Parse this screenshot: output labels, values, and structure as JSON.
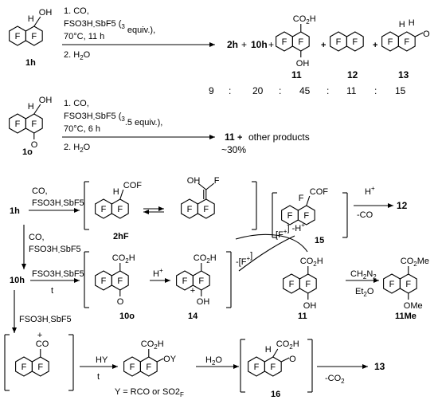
{
  "scheme1": {
    "start": "1h",
    "conditions": [
      "1. CO,",
      "FSO3H-SbF5 (3 equiv.),",
      "70°C, 11 h",
      "2. H2O"
    ],
    "products": [
      "2h",
      "+",
      "10h",
      "+",
      "11",
      "+",
      "12",
      "+",
      "13"
    ],
    "ratio": [
      "9",
      ":",
      "20",
      ":",
      "45",
      ":",
      "11",
      ":",
      "15"
    ]
  },
  "scheme2": {
    "start": "1o",
    "conditions": [
      "1. CO,",
      "FSO3H-SbF5 (3.5 equiv.),",
      "70°C, 6 h",
      "2. H2O"
    ],
    "product": "11",
    "plus": "+",
    "others": "other products",
    "yield": "~30%"
  },
  "mechanism": {
    "start": "1h",
    "step1": [
      "CO,",
      "FSO3H-SbF5"
    ],
    "step2": [
      "CO,",
      "FSO3H-SbF5"
    ],
    "step3": [
      "FSO3H-SbF5",
      "t"
    ],
    "step4": "FSO3H-SbF5",
    "labels": {
      "l2hF": "2hF",
      "l15": "15",
      "l12": "12",
      "h_plus": "H+",
      "minus_co": "-CO",
      "l10h": "10h",
      "l10o": "10o",
      "l14": "14",
      "l11": "11",
      "l11Me": "11Me",
      "l16": "16",
      "l13": "13",
      "ch2n2": "CH2N2",
      "et2o": "Et2O",
      "hy": "HY",
      "t": "t",
      "h2o": "H2O",
      "minus_co2": "-CO2",
      "y_def": "Y = RCO or SO2F",
      "f_plus_minus_h": "[F+] -H+",
      "minus_f_plus": "-[F+]"
    },
    "groups": {
      "cof": "COF",
      "co2h": "CO2H",
      "co2me": "CO2Me",
      "oh": "OH",
      "ome": "OMe",
      "o": "O",
      "h": "H",
      "f": "F",
      "oy": "OY",
      "co_plus": "CO",
      "plus": "+"
    }
  }
}
